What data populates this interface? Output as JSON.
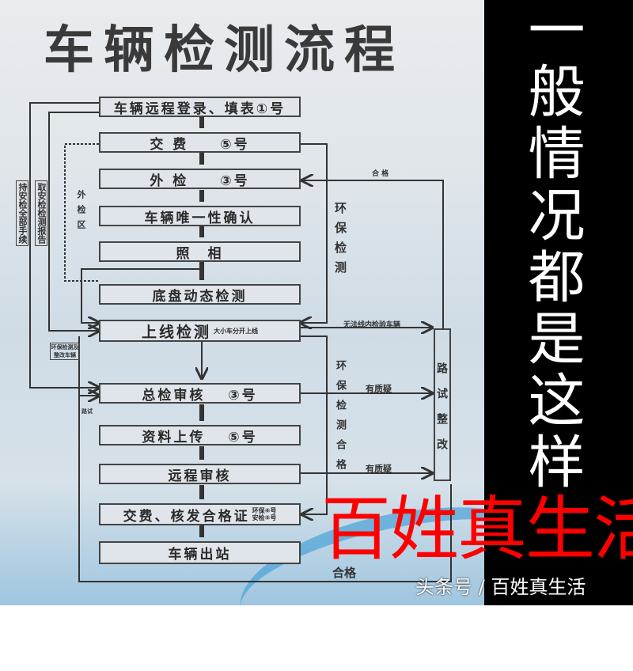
{
  "title": "车辆检测流程",
  "steps": [
    "车辆远程登录、填表①号",
    "交 费　　⑤号",
    "外 检　　③号",
    "车辆唯一性确认",
    "照　相",
    "底盘动态检测",
    "上线检测",
    "总检审核　 ③号",
    "资料上传　 ⑤号",
    "远程审核",
    "交费、核发合格证",
    "车辆出站"
  ],
  "step_notes": {
    "online": "大小车分开上线",
    "fee_env": "环保⑥号",
    "fee_safety": "安检⑤号"
  },
  "labels": {
    "hold_docs": "持安检全部手续",
    "get_report": "取安检检测报告",
    "outer_zone": "外检区",
    "env_test": "环保检测",
    "pass_top": "合 格",
    "cannot_inline": "无法线内检验车辆",
    "env_rectify": "环保检测及整改车辆",
    "road_test_small": "路试",
    "env_pass": "环保检测合格",
    "doubt1": "有质疑",
    "doubt2": "有质疑",
    "pass_bottom": "合格",
    "road_fix": "路试整改"
  },
  "side_text": "一般情况都是这样",
  "watermark": "百姓真生活",
  "toutiao": "头条号 / 百姓真生活",
  "colors": {
    "watermark": "#ff0000",
    "side_panel": "#000000"
  }
}
